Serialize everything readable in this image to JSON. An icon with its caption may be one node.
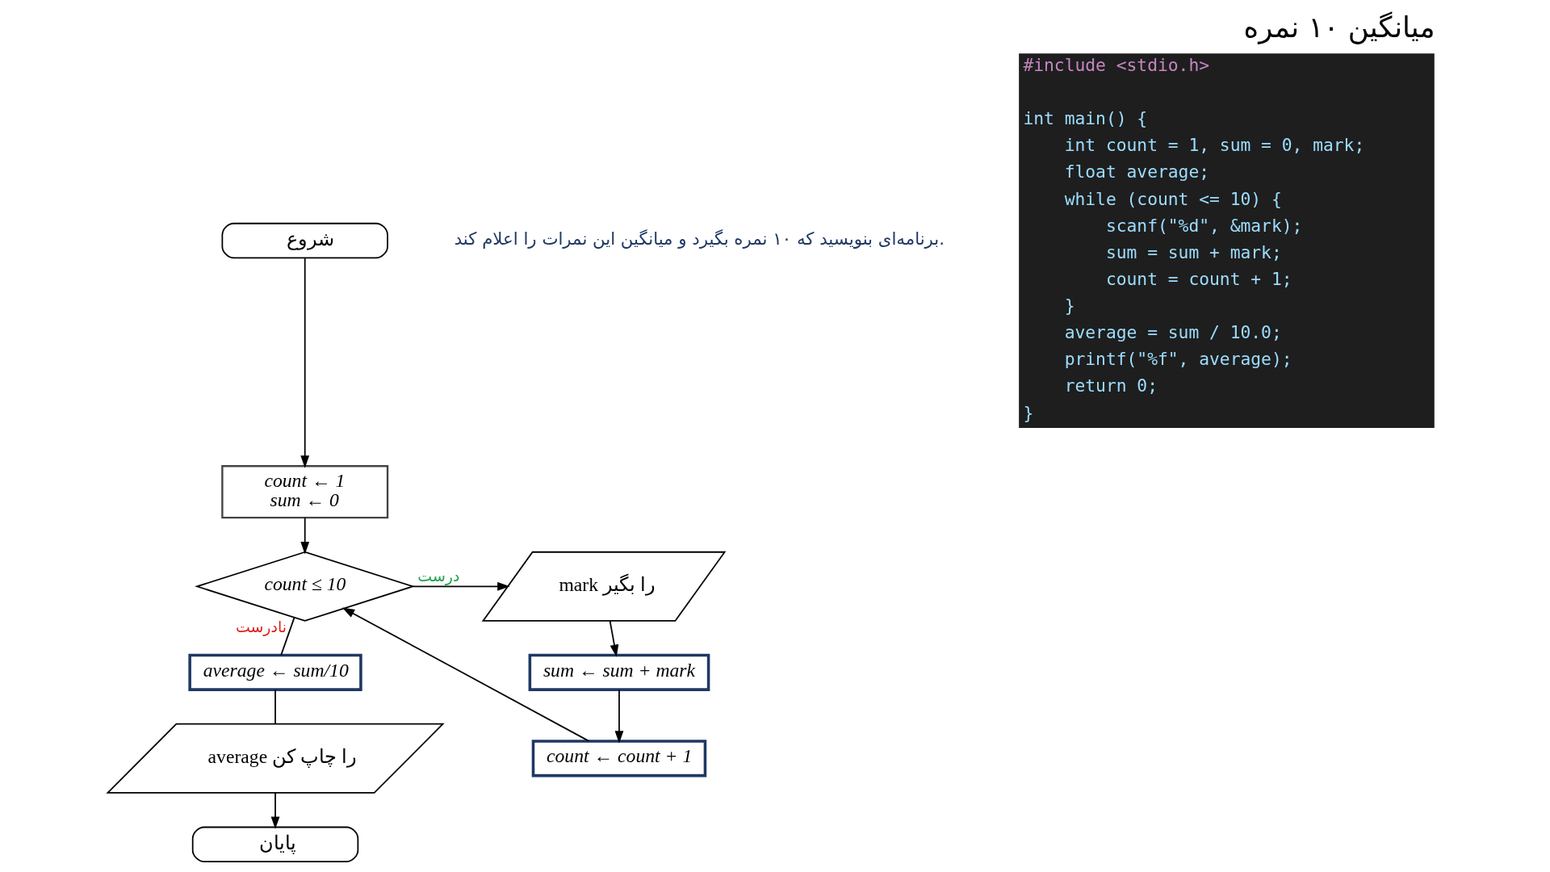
{
  "diagram": {
    "title": "میانگین ۱۰ نمره",
    "nodes": [
      {
        "text": [
          "شروع"
        ]
      },
      {
        "text": [
          "count ← 1",
          "sum ← 0"
        ]
      },
      {
        "text": [
          "count ≤ 10"
        ]
      },
      {
        "text": [
          "mark را بگیر"
        ]
      },
      {
        "text": [
          "average ← sum/10"
        ]
      },
      {
        "text": [
          "sum ← sum + mark"
        ]
      },
      {
        "text": [
          "average را چاپ کن"
        ]
      },
      {
        "text": [
          "count ← count + 1"
        ]
      },
      {
        "text": [
          "پایان"
        ]
      }
    ],
    "edges": [
      {
        "from": 0,
        "to": 1,
        "arrow": "to"
      },
      {
        "from": 1,
        "to": 2,
        "arrow": "to"
      },
      {
        "from": 2,
        "to": 3,
        "arrow": "to",
        "label": "درست"
      },
      {
        "from": 2,
        "to": 4,
        "arrow": "none",
        "label": "نادرست"
      },
      {
        "from": 3,
        "to": 5,
        "arrow": "to"
      },
      {
        "from": 5,
        "to": 7,
        "arrow": "to"
      },
      {
        "from": 7,
        "to": 2,
        "arrow": "to"
      },
      {
        "from": 4,
        "to": 6,
        "arrow": "none"
      },
      {
        "from": 6,
        "to": 8,
        "arrow": "to"
      }
    ],
    "labels": [
      "برنامه‌ای بنویسید که ۱۰ نمره بگیرد و میانگین این نمرات را اعلام کند.",
      "#include <stdio.h>",
      "int main() {",
      "int count = 1, sum = 0, mark;",
      "float average;",
      "while (count <= 10) {",
      "scanf(\"%d\", &mark);",
      "sum = sum + mark;",
      "count = count + 1;",
      "}",
      "average = sum / 10.0;",
      "printf(\"%f\", average);",
      "return 0;",
      "}"
    ]
  }
}
